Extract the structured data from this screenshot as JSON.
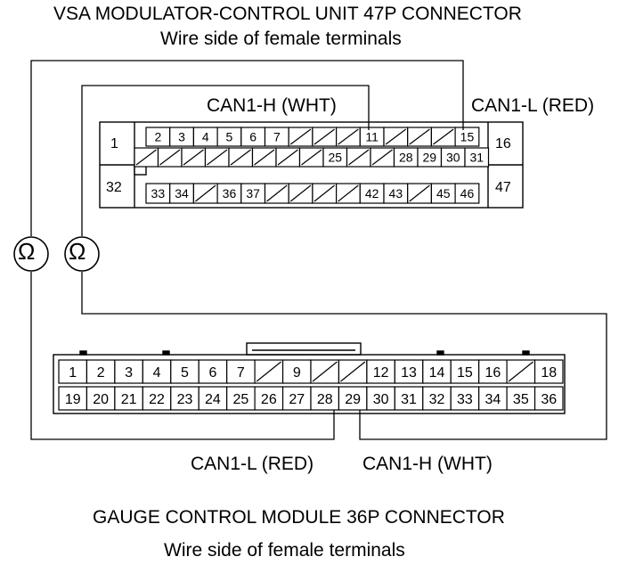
{
  "vsa": {
    "title": "VSA MODULATOR-CONTROL UNIT 47P CONNECTOR",
    "subtitle": "Wire side of female terminals",
    "can_h_label": "CAN1-H (WHT)",
    "can_l_label": "CAN1-L (RED)",
    "left_top": "1",
    "left_bottom": "32",
    "right_top": "16",
    "right_bottom": "47",
    "row1": [
      "2",
      "3",
      "4",
      "5",
      "6",
      "7",
      "/",
      "/",
      "/",
      "11",
      "/",
      "/",
      "/",
      "15"
    ],
    "row2": [
      "/",
      "/",
      "/",
      "/",
      "/",
      "/",
      "/",
      "/",
      "25",
      "/",
      "/",
      "28",
      "29",
      "30",
      "31"
    ],
    "row3": [
      "33",
      "34",
      "/",
      "36",
      "37",
      "/",
      "/",
      "/",
      "/",
      "42",
      "43",
      "/",
      "45",
      "46"
    ]
  },
  "meters": {
    "left_symbol": "Ω",
    "right_symbol": "Ω"
  },
  "gauge": {
    "row1": [
      "1",
      "2",
      "3",
      "4",
      "5",
      "6",
      "7",
      "/",
      "9",
      "/",
      "/",
      "12",
      "13",
      "14",
      "15",
      "16",
      "/",
      "18"
    ],
    "row2": [
      "19",
      "20",
      "21",
      "22",
      "23",
      "24",
      "25",
      "26",
      "27",
      "28",
      "29",
      "30",
      "31",
      "32",
      "33",
      "34",
      "35",
      "36"
    ],
    "can_l_label": "CAN1-L (RED)",
    "can_h_label": "CAN1-H (WHT)",
    "title": "GAUGE CONTROL MODULE 36P CONNECTOR",
    "subtitle": "Wire side of female terminals"
  }
}
